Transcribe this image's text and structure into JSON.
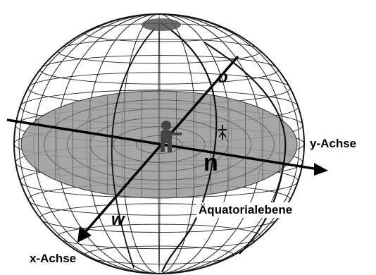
{
  "labels": {
    "y_axis": "y-Achse",
    "x_axis": "x-Achse",
    "equatorial_plane": "Äquatorialebene",
    "o": "o",
    "n": "n",
    "w": "w"
  },
  "colors": {
    "plane_fill": "#9a9a9a",
    "grid_stroke": "#222222",
    "axis_stroke": "#000000",
    "background": "#ffffff"
  },
  "icons": {
    "observer": "person-figure-icon",
    "star": "star-icon"
  }
}
